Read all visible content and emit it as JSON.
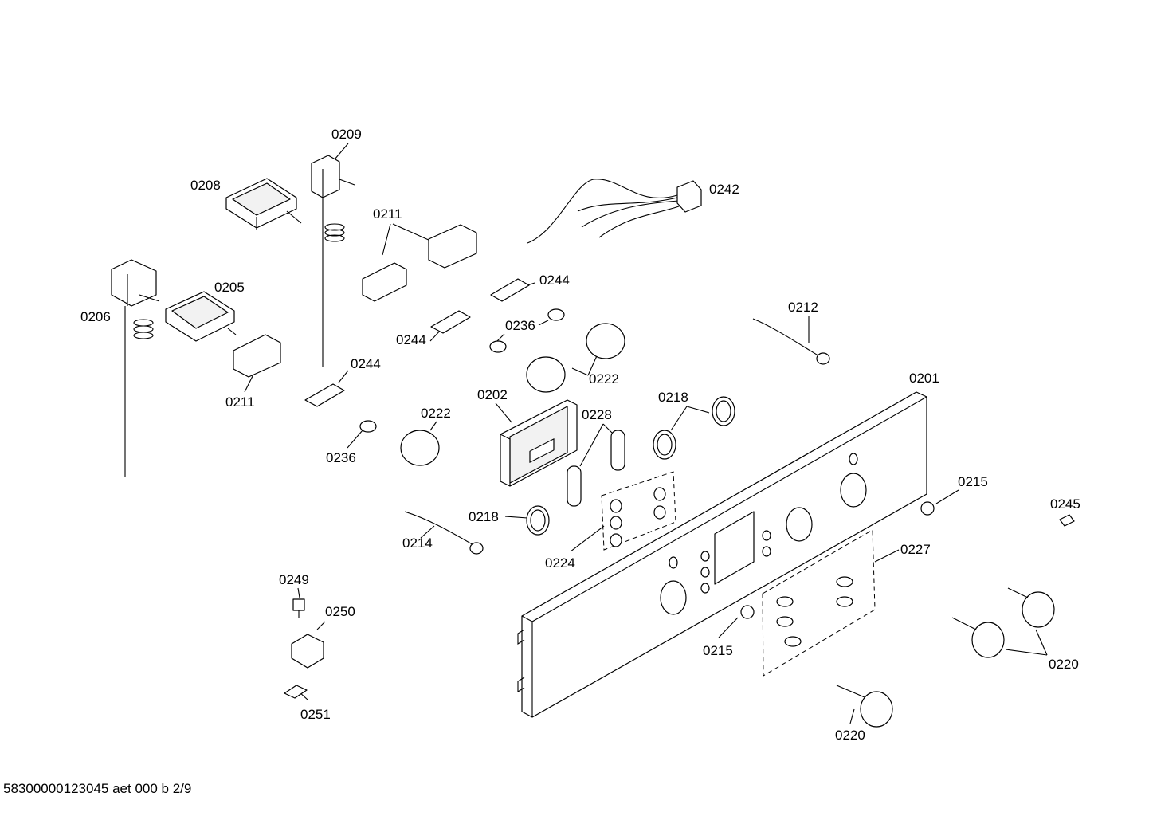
{
  "diagram": {
    "labels": [
      {
        "id": "label-0209",
        "text": "0209"
      },
      {
        "id": "label-0208",
        "text": "0208"
      },
      {
        "id": "label-0242",
        "text": "0242"
      },
      {
        "id": "label-0211-top",
        "text": "0211"
      },
      {
        "id": "label-0205",
        "text": "0205"
      },
      {
        "id": "label-0206",
        "text": "0206"
      },
      {
        "id": "label-0244-top",
        "text": "0244"
      },
      {
        "id": "label-0236-top",
        "text": "0236"
      },
      {
        "id": "label-0244-mid",
        "text": "0244"
      },
      {
        "id": "label-0212",
        "text": "0212"
      },
      {
        "id": "label-0222-right",
        "text": "0222"
      },
      {
        "id": "label-0211-bottom",
        "text": "0211"
      },
      {
        "id": "label-0244-bottom",
        "text": "0244"
      },
      {
        "id": "label-0201",
        "text": "0201"
      },
      {
        "id": "label-0202",
        "text": "0202"
      },
      {
        "id": "label-0218-top",
        "text": "0218"
      },
      {
        "id": "label-0222-left",
        "text": "0222"
      },
      {
        "id": "label-0228",
        "text": "0228"
      },
      {
        "id": "label-0236-bottom",
        "text": "0236"
      },
      {
        "id": "label-0215-right",
        "text": "0215"
      },
      {
        "id": "label-0245",
        "text": "0245"
      },
      {
        "id": "label-0218-bottom",
        "text": "0218"
      },
      {
        "id": "label-0214",
        "text": "0214"
      },
      {
        "id": "label-0227",
        "text": "0227"
      },
      {
        "id": "label-0224",
        "text": "0224"
      },
      {
        "id": "label-0249",
        "text": "0249"
      },
      {
        "id": "label-0250",
        "text": "0250"
      },
      {
        "id": "label-0215-bottom",
        "text": "0215"
      },
      {
        "id": "label-0220-right",
        "text": "0220"
      },
      {
        "id": "label-0251",
        "text": "0251"
      },
      {
        "id": "label-0220-bottom",
        "text": "0220"
      }
    ]
  },
  "footer": {
    "code": "58300000123045 aet 000 b 2/9"
  }
}
